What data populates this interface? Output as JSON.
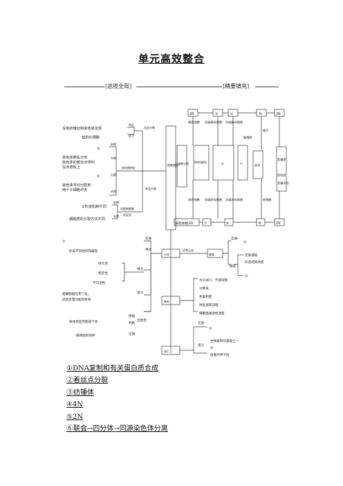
{
  "page": {
    "title": "单元高效整合",
    "section_left": "[总揽全局]",
    "section_right": "[精要填充]"
  },
  "diagram": {
    "left_items": {
      "l1": "没有纺锤丝和染色体出现",
      "l2": "蛙的红细胞",
      "l3": "①",
      "l4": "染色体数乱分布",
      "l5": "染色体的着丝点排列",
      "l6": "在赤道板上",
      "l7": "②",
      "l8": "染色体平均分配到",
      "l9": "两个子细胞中去",
      "l10": "③形成机制不同",
      "l11": "细胞质的分裂方式不同"
    },
    "left_small": {
      "s1": "特征",
      "s2": "例子",
      "s3": "前期",
      "s4": "中期",
      "s5": "后期",
      "s6": "末期",
      "s7": "前期",
      "s8": "末期",
      "s9": "各时期特征",
      "s10": "动植物细胞",
      "s11": "的区别"
    },
    "center": {
      "wusi": "无丝分裂",
      "youse": "有丝分裂",
      "cell_prolif": "细胞增殖",
      "jianshu": "减数分裂",
      "fenhua": "分化",
      "shuailao": "衰老",
      "siwang": "凋亡",
      "aihua": "癌变",
      "yichang": "异常分化"
    },
    "top_chain": {
      "b1": "2N",
      "b2": "④",
      "b3": "⑤",
      "b4": "N",
      "b5": "2N"
    },
    "bottom_chain": {
      "b0": "染色体数2N",
      "b1": "⑦",
      "b2": "⑧",
      "b3": "N",
      "b4": "2N"
    },
    "columns": {
      "c1": "精原细胞",
      "c2": "初级精母细胞",
      "c3": "次级精母细胞",
      "c4": "精细胞",
      "c5": "精子",
      "c6": "受精卵",
      "dna": "DNA复制",
      "m6": "⑥",
      "m9": "⑦",
      "bianxing": "变形",
      "shoujing": "受精作用",
      "d1": "卵原细胞",
      "d2": "初级卵母细胞",
      "d3": "次级卵母细胞",
      "d4": "卵细胞"
    },
    "right": {
      "shizhi": "实质",
      "tedian": "特点",
      "s10": "⑩",
      "s12": "⑫",
      "s13": "⑬",
      "jieguo": "形成不同组织和器官",
      "chijiu": "持久性",
      "wending": "稳定性",
      "bukeni": "不可逆性",
      "yiyi": "意义",
      "texing": "特点",
      "shizhi2": "实质",
      "yiyi2": "意义",
      "eff1": "使细胞趋向专门化，",
      "eff2": "提高生理功能的效率",
      "a1": "无限增殖",
      "a2": "形态结构改变",
      "q1": "水分减少，代谢减慢",
      "q2": "⑭降低",
      "q3": "色素积累",
      "q4": "呼吸速率减慢",
      "q5": "细胞膜通透性改变",
      "tezheng": "特征",
      "qq1": "离体后是否能成个体",
      "qq2": "植物组织培养",
      "kequan": "全能性",
      "pan": "判断",
      "yuanli": "原理",
      "shili": "实例",
      "y15": "⑮",
      "y16": "生物发育的基础之一",
      "y17": "⑯",
      "y18": "抵御外界干扰"
    }
  },
  "answers": [
    "①DNA复制和有关蛋白质合成",
    "②着丝点分裂",
    "③纺锤体",
    "④4N",
    "⑤2N",
    "⑥联会→四分体→同源染色体分离"
  ]
}
